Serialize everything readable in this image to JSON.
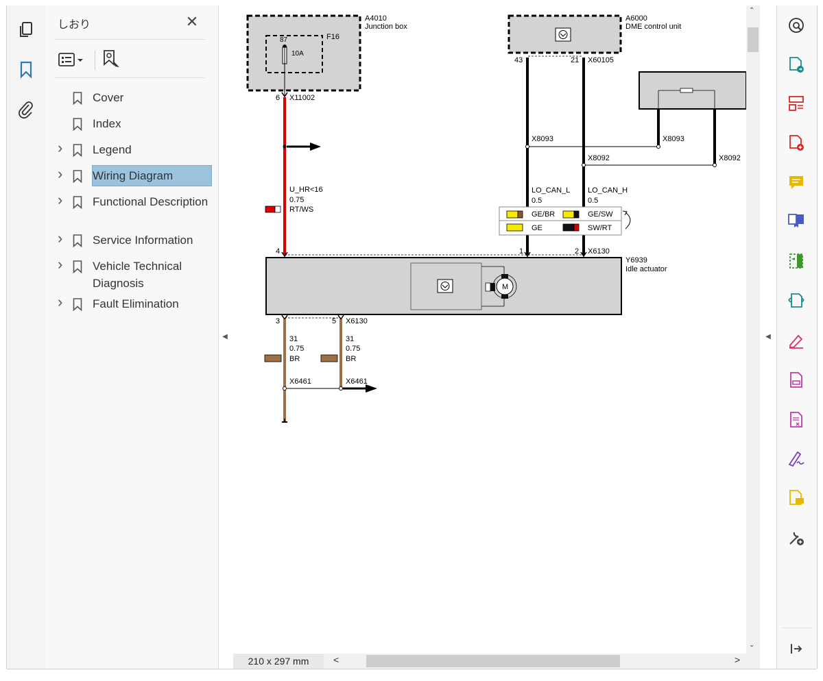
{
  "left_rail": {
    "pages_icon": "pages-icon",
    "bookmarks_icon": "bookmark-icon",
    "attachments_icon": "paperclip-icon"
  },
  "bookmarks_panel": {
    "title": "しおり",
    "close_label": "✕",
    "items": [
      {
        "label": "Cover",
        "expandable": false,
        "selected": false
      },
      {
        "label": "Index",
        "expandable": false,
        "selected": false
      },
      {
        "label": "Legend",
        "expandable": true,
        "selected": false
      },
      {
        "label": "Wiring Diagram",
        "expandable": true,
        "selected": true
      },
      {
        "label": "Functional Description",
        "expandable": true,
        "selected": false
      },
      {
        "label": "Service Information",
        "expandable": true,
        "selected": false
      },
      {
        "label": "Vehicle Technical Diagnosis",
        "expandable": true,
        "selected": false
      },
      {
        "label": "Fault Elimination",
        "expandable": true,
        "selected": false
      }
    ]
  },
  "document": {
    "page_size": "210 x 297 mm",
    "diagram": {
      "a4010_id": "A4010",
      "a4010_name": "Junction box",
      "f16": "F16",
      "pin87": "87",
      "fuse_rating": "10A",
      "pin6": "6",
      "x11002": "X11002",
      "a6000_id": "A6000",
      "a6000_name": "DME control unit",
      "pin43": "43",
      "pin21": "21",
      "x60105": "X60105",
      "x8093": "X8093",
      "x8092": "X8092",
      "u_hr": "U_HR<16",
      "size075": "0.75",
      "rtws": "RT/WS",
      "lo_can_l": "LO_CAN_L",
      "lo_can_h": "LO_CAN_H",
      "size05": "0.5",
      "gebr": "GE/BR",
      "gesw": "GE/SW",
      "ge": "GE",
      "swrt": "SW/RT",
      "pin4": "4",
      "pin1": "1",
      "pin2": "2",
      "x6130": "X6130",
      "y6939_id": "Y6939",
      "y6939_name": "Idle actuator",
      "pin3": "3",
      "pin5": "5",
      "wire31": "31",
      "br": "BR",
      "x6461": "X6461",
      "motor": "M"
    }
  },
  "right_tools": [
    "zoom-icon",
    "export-pdf-icon",
    "organize-pages-icon",
    "create-pdf-icon",
    "comment-icon",
    "combine-files-icon",
    "compress-icon",
    "convert-icon",
    "fill-sign-icon",
    "protect-icon",
    "redact-icon",
    "sign-icon",
    "send-comments-icon",
    "more-tools-icon",
    "collapse-panel-icon"
  ],
  "colors": {
    "red_wire": "#d80000",
    "brown_wire": "#9b7047",
    "selection": "#9cc3de",
    "component_fill": "#d3d3d3"
  }
}
